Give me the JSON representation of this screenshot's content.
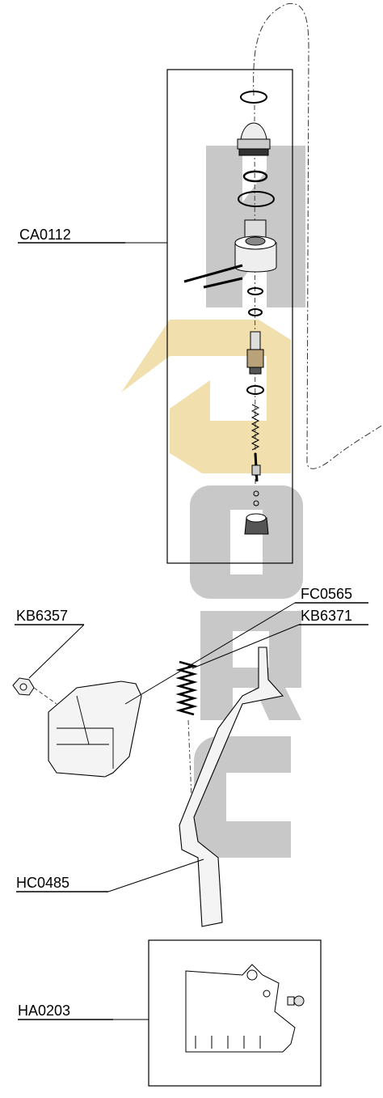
{
  "labels": {
    "ca0112": "CA0112",
    "fc0565": "FC0565",
    "kb6357": "KB6357",
    "kb6371": "KB6371",
    "hc0485": "HC0485",
    "ha0203": "HA0203"
  },
  "watermark": {
    "letters": "CROWN",
    "gray": "#c8c8c8",
    "gold": "#f2dfae"
  }
}
